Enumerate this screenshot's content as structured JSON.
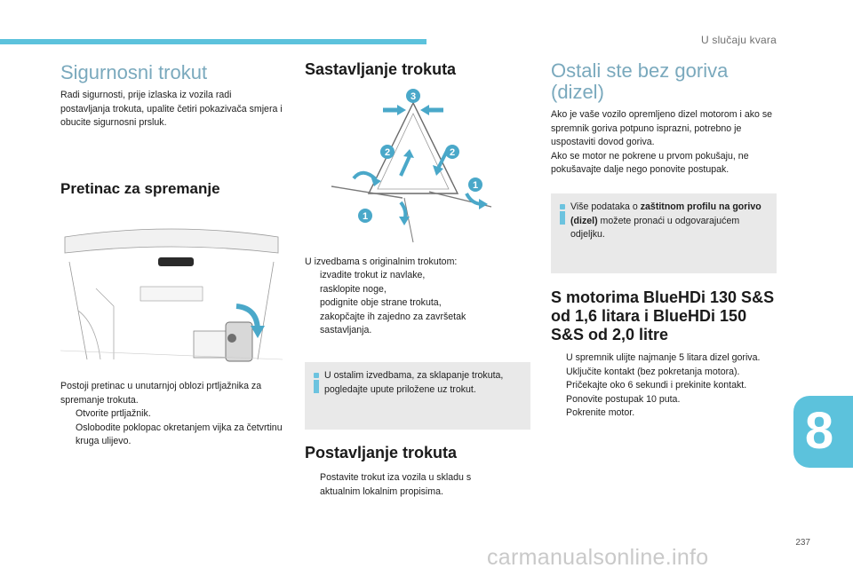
{
  "header": {
    "running_title": "U slučaju kvara"
  },
  "col1": {
    "title": "Sigurnosni trokut",
    "intro": "Radi sigurnosti, prije izlaska iz vozila radi postavljanja trokuta, upalite četiri pokazivača smjera i obucite sigurnosni prsluk.",
    "section_title": "Pretinac za spremanje",
    "body_text": "Postoji pretinac u unutarnjoj oblozi prtljažnika za spremanje trokuta.",
    "bullets": [
      "Otvorite prtljažnik.",
      "Oslobodite poklopac okretanjem vijka za četvrtinu kruga ulijevo."
    ]
  },
  "col2": {
    "title": "Sastavljanje trokuta",
    "steps_intro": "U izvedbama s originalnim trokutom:",
    "bullets": [
      "izvadite trokut iz navlake,",
      "rasklopite noge,",
      "podignite obje strane trokuta,",
      "zakopčajte ih zajedno za završetak sastavljanja."
    ],
    "note": "U ostalim izvedbama, za sklapanje trokuta, pogledajte upute priložene uz trokut.",
    "section_title": "Postavljanje trokuta",
    "place_bullets": [
      "Postavite trokut iza vozila u skladu s aktualnim lokalnim propisima."
    ],
    "diagram_labels": [
      "3",
      "2",
      "2",
      "1",
      "1"
    ]
  },
  "col3": {
    "title": "Ostali ste bez goriva (dizel)",
    "intro": "Ako je vaše vozilo opremljeno dizel motorom i ako se spremnik goriva potpuno isprazni, potrebno je uspostaviti dovod goriva.\nAko se motor ne pokrene u prvom pokušaju, ne pokušavajte dalje nego ponovite postupak.",
    "note_pre": "Više podataka o ",
    "note_bold": "zaštitnom profilu na gorivo (dizel)",
    "note_post": " možete pronaći u odgovarajućem odjeljku.",
    "section_title": "S motorima BlueHDi 130 S&S od 1,6 litara i BlueHDi 150 S&S od 2,0 litre",
    "bullets": [
      "U spremnik ulijte najmanje 5 litara dizel goriva.",
      "Uključite kontakt (bez pokretanja motora).",
      "Pričekajte oko 6 sekundi i prekinite kontakt.",
      "Ponovite postupak 10 puta.",
      "Pokrenite motor."
    ]
  },
  "bullet_marker": "",
  "chapter": "8",
  "page_number": "237",
  "watermark": "carmanualsonline.info",
  "colors": {
    "accent": "#5cc2dc",
    "heading_light": "#7aa9bd",
    "note_bg": "#e9e9e9"
  }
}
